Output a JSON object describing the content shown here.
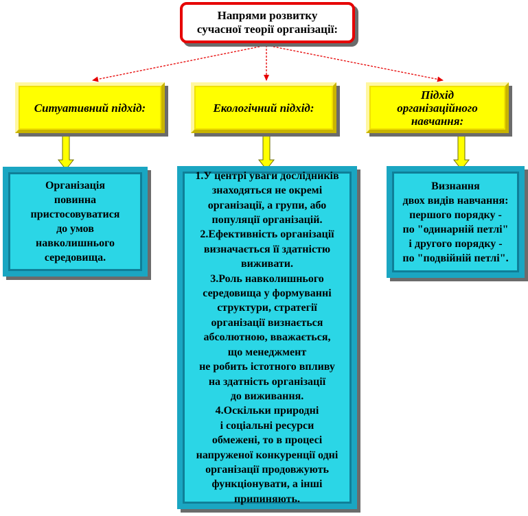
{
  "title": {
    "line1": "Напрями розвитку",
    "line2": "сучасної теорії організації:"
  },
  "branches": [
    {
      "heading": "Ситуативний підхід:",
      "content": "Організація\nповинна\nпристосовуватися\nдо умов\nнавколишнього\nсередовища."
    },
    {
      "heading": "Екологічний підхід:",
      "content": "1.У центрі уваги дослідників\nзнаходяться не окремі\nорганізації, а групи, або\nпопуляції організацій.\n2.Ефективність організації\nвизначається її здатністю\nвиживати.\n3.Роль навколишнього\nсередовища у формуванні\nструктури, стратегії\nорганізації визнається\nабсолютною, вважається,\nщо менеджмент\nне робить істотного впливу\nна здатність організації\nдо виживання.\n4.Оскільки природні\nі соціальні ресурси\nобмежені, то в процесі\nнапруженої конкуренції одні\nорганізації продовжують\nфункціонувати, а інші\nприпиняють."
    },
    {
      "heading": "Підхід\nорганізаційного\nнавчання:",
      "content": "Визнання\nдвох видів навчання:\nпершого порядку -\nпо \"одинарній петлі\"\nі другого порядку -\nпо \"подвійній петлі\"."
    }
  ],
  "colors": {
    "title_border": "#e60000",
    "header_fill": "#ffff00",
    "content_fill": "#2bd6e6",
    "content_frame": "#1aa6c2",
    "arrow_red": "#e60000",
    "arrow_yellow": "#ffff00"
  }
}
